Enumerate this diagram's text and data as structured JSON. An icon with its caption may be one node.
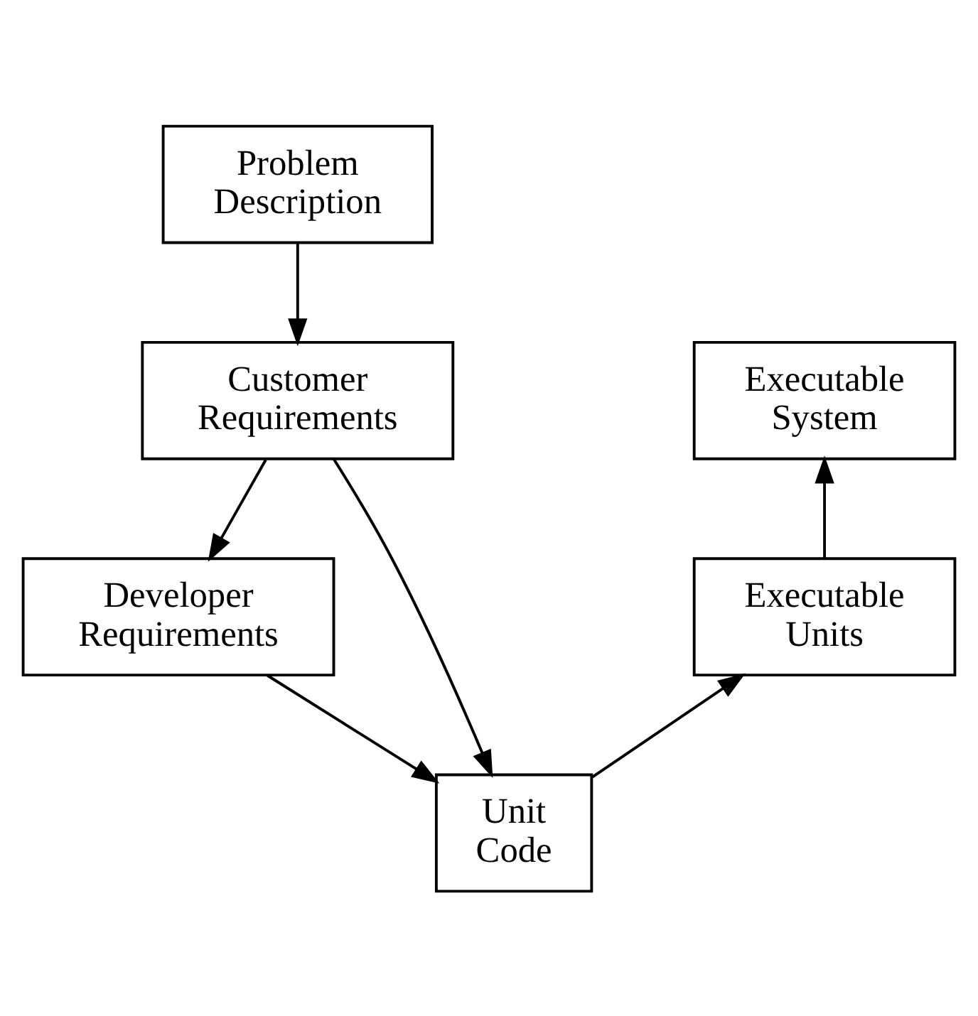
{
  "diagram": {
    "nodes": [
      {
        "text": [
          "Problem Description"
        ]
      },
      {
        "text": [
          "Customer Requirements"
        ]
      },
      {
        "text": [
          "Developer Requirements"
        ]
      },
      {
        "text": [
          "Unit Code"
        ]
      },
      {
        "text": [
          "Executable Units"
        ]
      },
      {
        "text": [
          "Executable System"
        ]
      }
    ],
    "edges": [
      {
        "from": 0,
        "to": 1,
        "arrow": "to"
      },
      {
        "from": 1,
        "to": 2,
        "arrow": "to"
      },
      {
        "from": 1,
        "to": 3,
        "arrow": "to"
      },
      {
        "from": 2,
        "to": 3,
        "arrow": "to"
      },
      {
        "from": 3,
        "to": 4,
        "arrow": "to"
      },
      {
        "from": 4,
        "to": 5,
        "arrow": "to"
      }
    ]
  }
}
